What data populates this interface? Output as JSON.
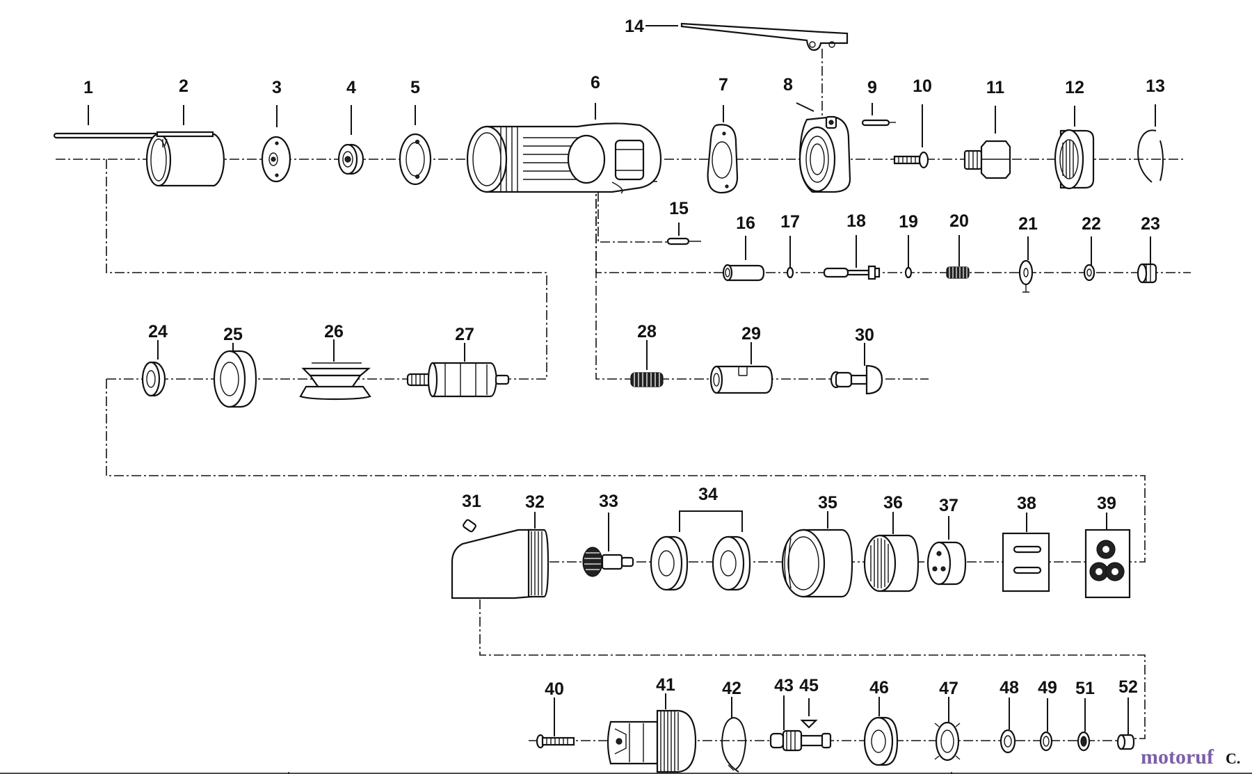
{
  "watermark": {
    "text": "motoruf",
    "suffix": "C.",
    "color_text": "#7b5ea7",
    "color_accent": "#e8c21a"
  },
  "callouts": [
    {
      "id": "p1",
      "label": "1"
    },
    {
      "id": "p2",
      "label": "2"
    },
    {
      "id": "p3",
      "label": "3"
    },
    {
      "id": "p4",
      "label": "4"
    },
    {
      "id": "p5",
      "label": "5"
    },
    {
      "id": "p6",
      "label": "6"
    },
    {
      "id": "p7",
      "label": "7"
    },
    {
      "id": "p8",
      "label": "8"
    },
    {
      "id": "p9",
      "label": "9"
    },
    {
      "id": "p10",
      "label": "10"
    },
    {
      "id": "p11",
      "label": "11"
    },
    {
      "id": "p12",
      "label": "12"
    },
    {
      "id": "p13",
      "label": "13"
    },
    {
      "id": "p14",
      "label": "14"
    },
    {
      "id": "p15",
      "label": "15"
    },
    {
      "id": "p16",
      "label": "16"
    },
    {
      "id": "p17",
      "label": "17"
    },
    {
      "id": "p18",
      "label": "18"
    },
    {
      "id": "p19",
      "label": "19"
    },
    {
      "id": "p20",
      "label": "20"
    },
    {
      "id": "p21",
      "label": "21"
    },
    {
      "id": "p22",
      "label": "22"
    },
    {
      "id": "p23",
      "label": "23"
    },
    {
      "id": "p24",
      "label": "24"
    },
    {
      "id": "p25",
      "label": "25"
    },
    {
      "id": "p26",
      "label": "26"
    },
    {
      "id": "p27",
      "label": "27"
    },
    {
      "id": "p28",
      "label": "28"
    },
    {
      "id": "p29",
      "label": "29"
    },
    {
      "id": "p30",
      "label": "30"
    },
    {
      "id": "p31",
      "label": "31"
    },
    {
      "id": "p32",
      "label": "32"
    },
    {
      "id": "p33",
      "label": "33"
    },
    {
      "id": "p34",
      "label": "34"
    },
    {
      "id": "p35",
      "label": "35"
    },
    {
      "id": "p36",
      "label": "36"
    },
    {
      "id": "p37",
      "label": "37"
    },
    {
      "id": "p38",
      "label": "38"
    },
    {
      "id": "p39",
      "label": "39"
    },
    {
      "id": "p40",
      "label": "40"
    },
    {
      "id": "p41",
      "label": "41"
    },
    {
      "id": "p42",
      "label": "42"
    },
    {
      "id": "p43",
      "label": "43"
    },
    {
      "id": "p45",
      "label": "45"
    },
    {
      "id": "p46",
      "label": "46"
    },
    {
      "id": "p47",
      "label": "47"
    },
    {
      "id": "p48",
      "label": "48"
    },
    {
      "id": "p49",
      "label": "49"
    },
    {
      "id": "p51",
      "label": "51"
    },
    {
      "id": "p52",
      "label": "52"
    }
  ]
}
